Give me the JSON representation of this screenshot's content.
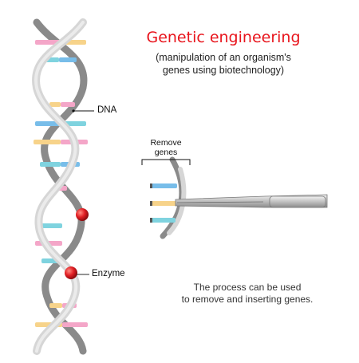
{
  "title": "Genetic engineering",
  "subtitle_line1": "(manipulation of an organism's",
  "subtitle_line2": "genes using biotechnology)",
  "labels": {
    "dna": "DNA",
    "enzyme": "Enzyme",
    "remove_line1": "Remove",
    "remove_line2": "genes"
  },
  "caption_line1": "The process can be used",
  "caption_line2": "to remove and inserting genes.",
  "colors": {
    "title": "#e8141c",
    "backbone_dark": "#8a8a8a",
    "backbone_light": "#d6d6d6",
    "base_pink": "#f4a6c8",
    "base_yellow": "#f7d38a",
    "base_cyan": "#7fd3df",
    "base_blue": "#78bde9",
    "enzyme": "#e11f24",
    "tweezers": "#c9c9c9"
  }
}
